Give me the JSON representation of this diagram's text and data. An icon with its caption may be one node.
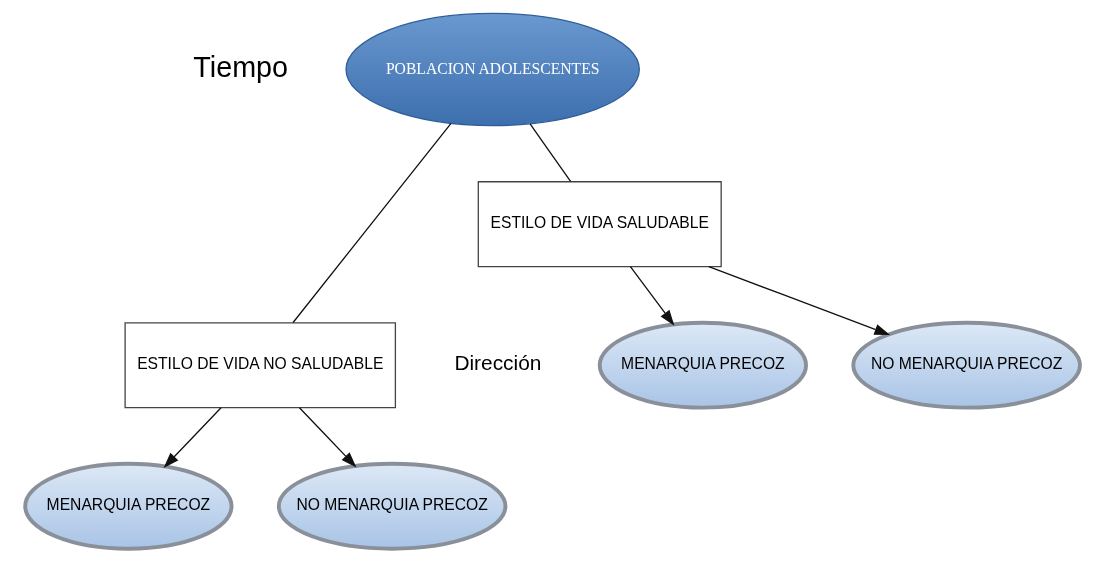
{
  "diagram": {
    "nodes": [
      {
        "text": [
          "POBLACION ADOLESCENTES"
        ]
      },
      {
        "text": [
          "ESTILO DE VIDA NO SALUDABLE"
        ]
      },
      {
        "text": [
          "ESTILO DE VIDA SALUDABLE"
        ]
      },
      {
        "text": [
          "MENARQUIA PRECOZ"
        ]
      },
      {
        "text": [
          "NO MENARQUIA PRECOZ"
        ]
      },
      {
        "text": [
          "MENARQUIA PRECOZ"
        ]
      },
      {
        "text": [
          "NO MENARQUIA PRECOZ"
        ]
      }
    ],
    "edges": [
      {
        "from": 0,
        "to": 1,
        "arrow": "none"
      },
      {
        "from": 0,
        "to": 2,
        "arrow": "none"
      },
      {
        "from": 1,
        "to": 3,
        "arrow": "to"
      },
      {
        "from": 1,
        "to": 4,
        "arrow": "to"
      },
      {
        "from": 2,
        "to": 5,
        "arrow": "to"
      },
      {
        "from": 2,
        "to": 6,
        "arrow": "to"
      }
    ],
    "labels": [
      "Tiempo",
      "Dirección"
    ]
  }
}
